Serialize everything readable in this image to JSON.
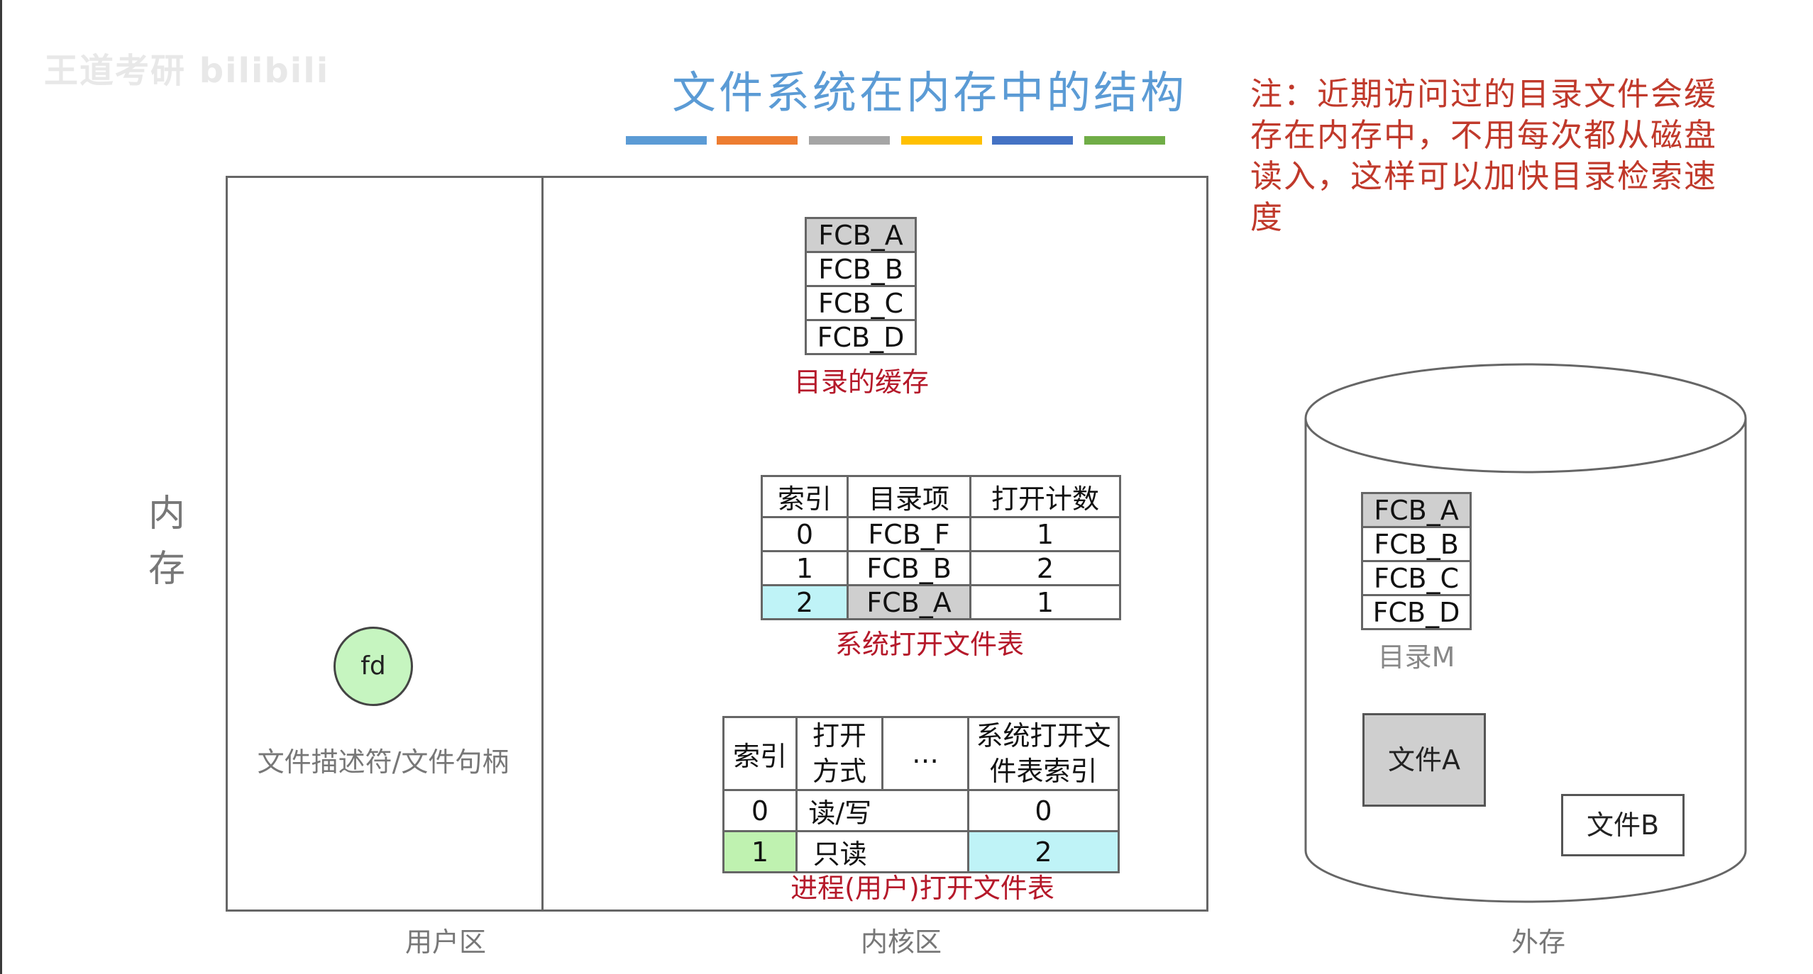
{
  "watermark": "王道考研 bilibili",
  "title": "文件系统在内存中的结构",
  "title_bar_colors": [
    "#5b9bd5",
    "#ed7d31",
    "#a5a5a5",
    "#ffc000",
    "#4472c4",
    "#70ad47"
  ],
  "note": "注：近期访问过的目录文件会缓存在内存中，不用每次都从磁盘读入，这样可以加快目录检索速度",
  "memory_label_1": "内",
  "memory_label_2": "存",
  "regions": {
    "user": "用户区",
    "kernel": "内核区",
    "external": "外存"
  },
  "fd": {
    "label": "fd",
    "caption": "文件描述符/文件句柄"
  },
  "dir_cache": {
    "entries": [
      "FCB_A",
      "FCB_B",
      "FCB_C",
      "FCB_D"
    ],
    "caption": "目录的缓存"
  },
  "system_open_table": {
    "headers": [
      "索引",
      "目录项",
      "打开计数"
    ],
    "rows": [
      [
        "0",
        "FCB_F",
        "1"
      ],
      [
        "1",
        "FCB_B",
        "2"
      ],
      [
        "2",
        "FCB_A",
        "1"
      ]
    ],
    "caption": "系统打开文件表"
  },
  "process_open_table": {
    "headers": [
      "索引",
      "打开方式",
      "…",
      "系统打开文件表索引"
    ],
    "header_lines": {
      "open_mode": [
        "打开",
        "方式"
      ],
      "sys_index": [
        "系统打开文",
        "件表索引"
      ]
    },
    "rows": [
      [
        "0",
        "读/写",
        "",
        "0"
      ],
      [
        "1",
        "只读",
        "",
        "2"
      ]
    ],
    "caption": "进程(用户)打开文件表"
  },
  "disk": {
    "dir_entries": [
      "FCB_A",
      "FCB_B",
      "FCB_C",
      "FCB_D"
    ],
    "dir_caption": "目录M",
    "file_a": "文件A",
    "file_b": "文件B"
  },
  "colors": {
    "title": "#5b9bd5",
    "note": "#c0392b",
    "caption_red": "#b5192a",
    "highlight_gray": "#cfcfcf",
    "highlight_cyan": "#bff3f7",
    "highlight_green": "#bff2b0",
    "fd_circle": "#c6f5c0"
  }
}
